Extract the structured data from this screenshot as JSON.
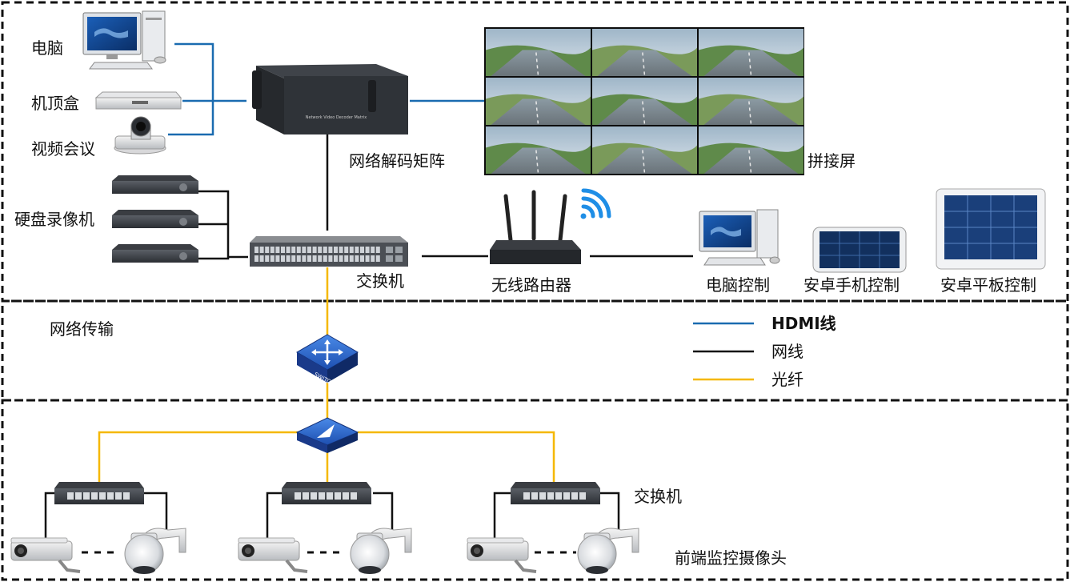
{
  "labels": {
    "pc": "电脑",
    "stb": "机顶盒",
    "vconf": "视频会议",
    "nvr": "硬盘录像机",
    "decoder": "网络解码矩阵",
    "wall": "拼接屏",
    "switch_core": "交换机",
    "router": "无线路由器",
    "pc_ctrl": "电脑控制",
    "phone_ctrl": "安卓手机控制",
    "tablet_ctrl": "安卓平板控制",
    "network_section": "网络传输",
    "switch_edge": "交换机",
    "cameras": "前端监控摄像头"
  },
  "legend": {
    "hdmi": "HDMI线",
    "ethernet": "网线",
    "fiber": "光纤"
  },
  "device_text": {
    "switch_badge": "SWITCH",
    "decoder_plate": "Network Video Decoder Matrix"
  },
  "colors": {
    "hdmi": "#1a6bb0",
    "ethernet": "#111111",
    "fiber": "#f5b800",
    "border": "#111111"
  }
}
